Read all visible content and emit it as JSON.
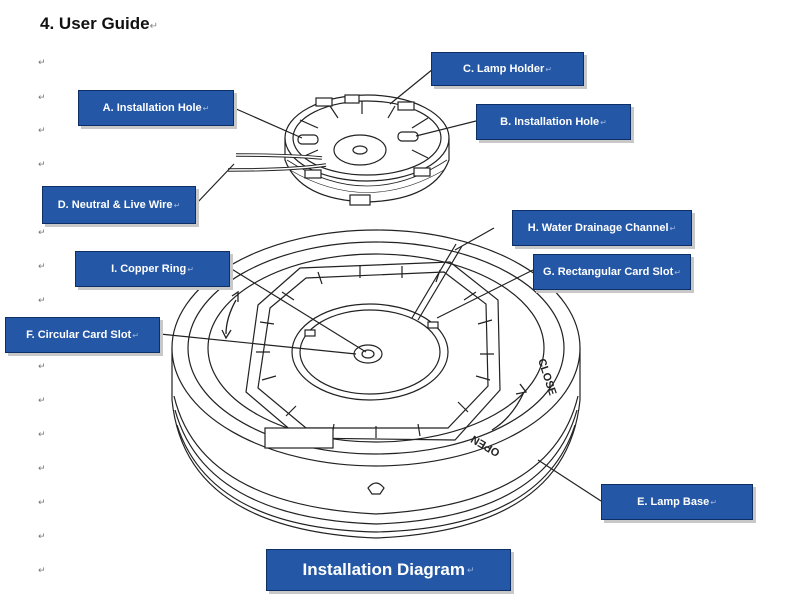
{
  "heading": {
    "number": "4.",
    "text": "User Guide",
    "return_mark": "↵"
  },
  "labels": {
    "a": "A. Installation Hole",
    "b": "B. Installation Hole",
    "c": "C. Lamp Holder",
    "d": "D. Neutral & Live Wire",
    "e": "E. Lamp Base",
    "f": "F. Circular Card Slot",
    "g": "G. Rectangular Card Slot",
    "h": "H. Water Drainage Channel",
    "i": "I. Copper Ring"
  },
  "ring_text": {
    "close": "CLOSE",
    "open": "OPEN"
  },
  "title": "Installation Diagram",
  "margin_mark": "↵",
  "colors": {
    "label_bg": "#2458a6",
    "label_border": "#0e2f66",
    "line": "#222222"
  }
}
